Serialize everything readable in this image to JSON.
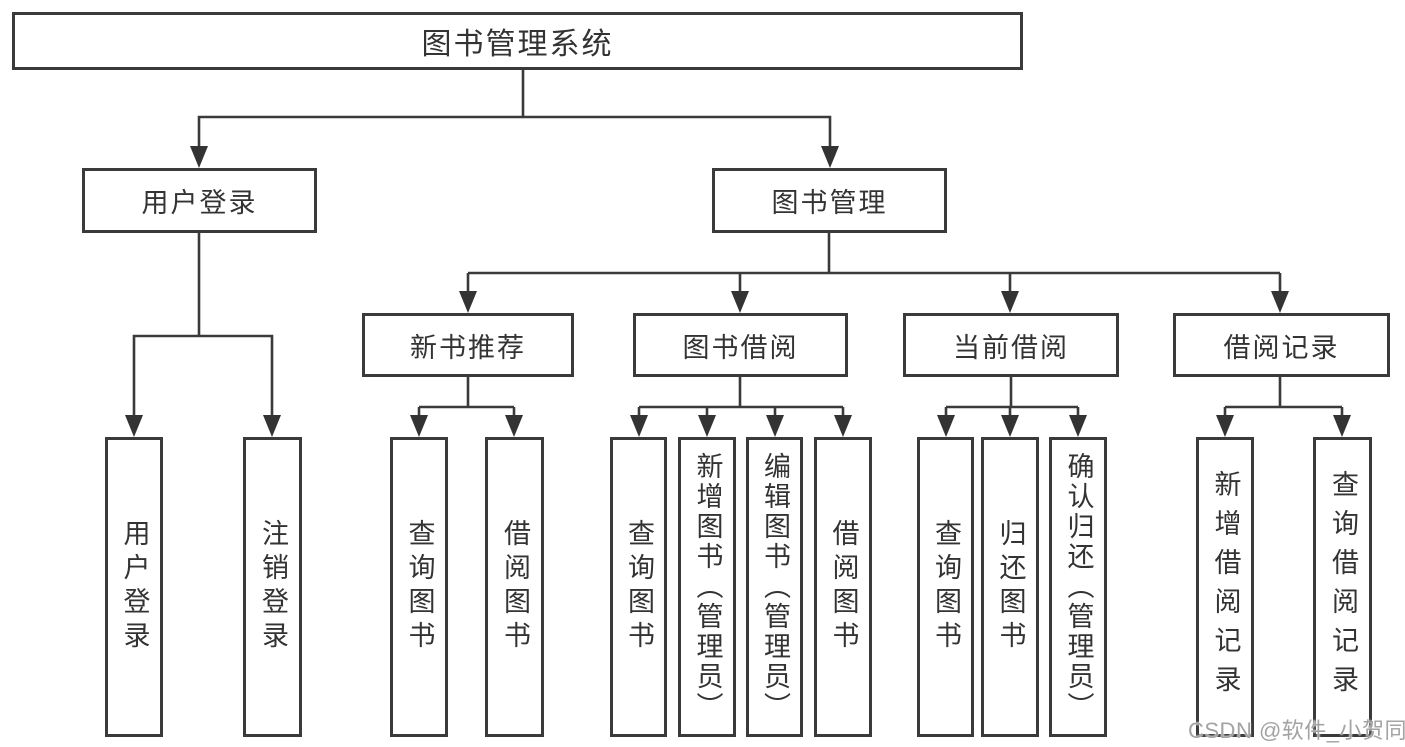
{
  "diagram": {
    "tree": {
      "label": "图书管理系统",
      "children": [
        {
          "label": "用户登录",
          "children": [
            {
              "label": "用户登录"
            },
            {
              "label": "注销登录"
            }
          ]
        },
        {
          "label": "图书管理",
          "children": [
            {
              "label": "新书推荐",
              "children": [
                {
                  "label": "查询图书"
                },
                {
                  "label": "借阅图书"
                }
              ]
            },
            {
              "label": "图书借阅",
              "children": [
                {
                  "label": "查询图书"
                },
                {
                  "label": "新增图书（管理员）"
                },
                {
                  "label": "编辑图书（管理员）"
                },
                {
                  "label": "借阅图书"
                }
              ]
            },
            {
              "label": "当前借阅",
              "children": [
                {
                  "label": "查询图书"
                },
                {
                  "label": "归还图书"
                },
                {
                  "label": "确认归还（管理员）"
                }
              ]
            },
            {
              "label": "借阅记录",
              "children": [
                {
                  "label": "新增借阅记录"
                },
                {
                  "label": "查询借阅记录"
                }
              ]
            }
          ]
        }
      ]
    },
    "colors": {
      "line": "#3a3a3a",
      "text": "#333333",
      "background": "#ffffff",
      "watermark": "#a3a3a3"
    }
  },
  "watermark": {
    "text": "CSDN @软件_小贺同学"
  }
}
